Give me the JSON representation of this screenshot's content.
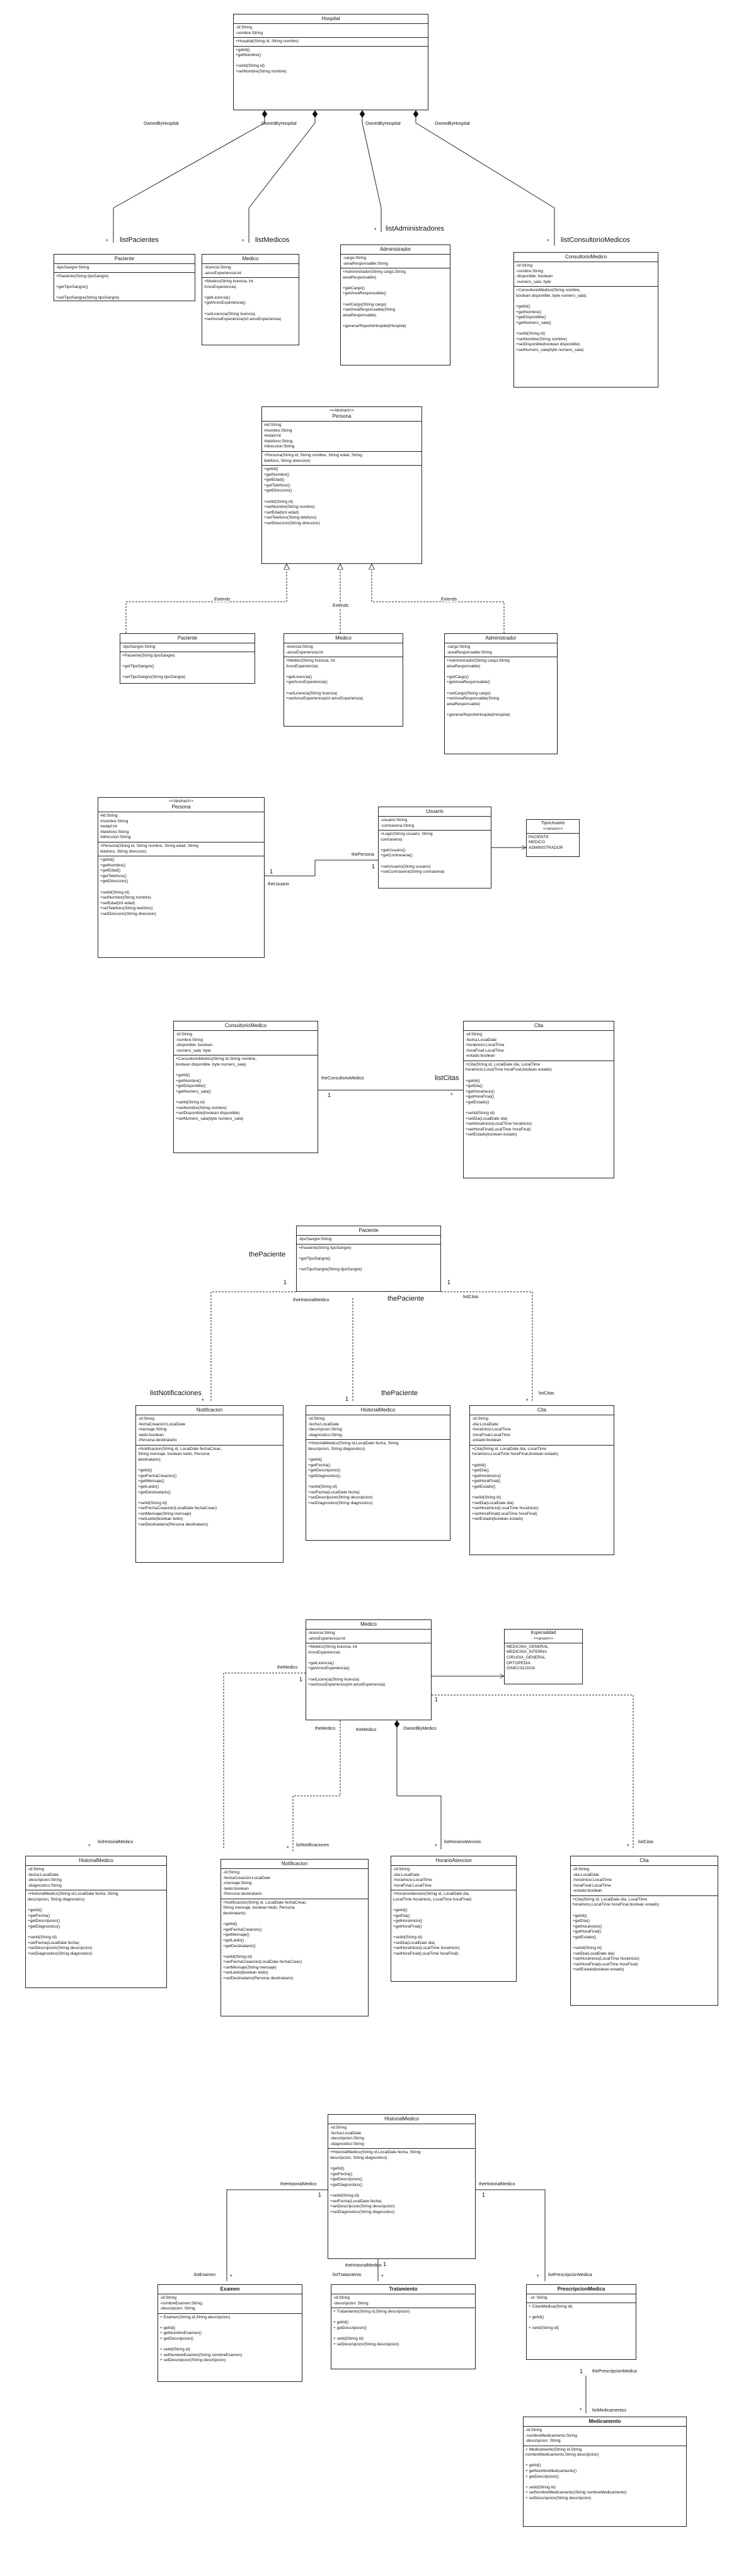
{
  "hospital1": {
    "hospital": {
      "name": "Hospital",
      "attrs": "-id:String\n-nombre:String",
      "ctors": "+Hospital(String id, String nombre)",
      "methods": "+getId()\n+getNombre()\n\n+setId(String id)\n+setNombre(String nombre)"
    },
    "paciente": {
      "name": "Paciente",
      "attrs": "-tipoSangre:String",
      "ctors": "+Paciente(String tipoSangre)\n\n+getTipoSangre()\n\n+setTipoSangre(String tipoSangre)"
    },
    "medico": {
      "name": "Medico",
      "attrs": "-licencia:String\n-anosExperiencia:int",
      "ctors": "+Medico(String licencia, int\nAnosExperiencia)\n\n+getLicencia()\n+getAnosExperiencia()\n\n+setLicencia(String licencia)\n+setAnosExperiencia(int anosExperiencia)"
    },
    "administrador": {
      "name": "Administrador",
      "attrs": "-cargo:String\n-areaResponsable:String",
      "ctors": "+Administrador(String cargo,String\nareaResponsable)\n\n+getCargo()\n+getAreaResponsable()\n\n+setCargo(String cargo)\n+setAreaResponsable(String\nareaResponsable)\n\n+generarReporteHospital(Hospital)"
    },
    "consultorio": {
      "name": "ConsultorioMedico",
      "attrs": "-id:String\n-nombre:String\n-disponible: boolean\n-numero_sala: byte",
      "ctors": "+ConsultorioMedico(String nombre,\nboolean disponible, byte numero_sala)\n\n+getId()\n+getNombre()\n+getDisponible()\n+getNumero_sala()\n\n+setId(String id)\n+setNombre(String nombre)\n+setDisponible(boolean disponible)\n+setNumero_sala(byte numero_sala)"
    },
    "roles": {
      "pacientes": "OwnedByHospital",
      "medicos": "OwnedByHospital",
      "admins": "OwnedByHospital",
      "consultorios": "OwnedByHospital"
    },
    "mult_star": "*",
    "roleNames": {
      "pacientes": "listPacientes",
      "medicos": "listMedicos",
      "admins": "listAdministradores",
      "consultorios": "listConsultorioMedicos"
    }
  },
  "persona": {
    "name": "Persona",
    "stereo": "<<Abstract>>",
    "attrs": "#id:String\n#nombre:String\n#edad:int\n#telefono:String\n#direccion:String",
    "ctors": "+Persona(String id, String nombre, String edad, String\ntelefono, String direccion)",
    "methods": "+getId()\n+getNombre()\n+getEdad()\n+getTelefono()\n+getDireccion()\n\n+setId(String id)\n+setNombre(String nombre)\n+setEdad(int edad)\n+setTelefono(String telefono)\n+setDireccion(String direccion)",
    "extends": "Extends",
    "paciente": {
      "name": "Paciente",
      "attrs": "-tipoSangre:String",
      "ctors": "+Paciente(String tipoSangre)\n\n+getTipoSangre()\n\n+setTipoSangre(String tipoSangre)"
    },
    "medico": {
      "name": "Medico",
      "attrs": "-licencia:String\n-anosExperiencia:int",
      "ctors": "+Medico(String licencia, int\nAnosExperiencia)\n\n+getLicencia()\n+getAnosExperiencia()\n\n+setLicencia(String licencia)\n+setAnosExperiencia(int anosExperiencia)"
    },
    "administrador": {
      "name": "Administrador",
      "attrs": "-cargo:String\n-areaResponsable:String",
      "ctors": "+Administrador(String cargo,String\nareaResponsable)\n\n+getCargo()\n+getAreaResponsable()\n\n+setCargo(String cargo)\n+setAreaResponsable(String\nareaResponsable)\n\n+generarReporteHospital(Hospital)"
    }
  },
  "usuario": {
    "persona": {
      "name": "Persona",
      "stereo": "<<Abstract>>",
      "attrs": "#id:String\n#nombre:String\n#edad:int\n#telefono:String\n#direccion:String",
      "ctors": "+Persona(String id, String nombre, String edad, String\ntelefono, String direccion)",
      "methods": "+getId()\n+getNombre()\n+getEdad()\n+getTelefono()\n+getDireccion()\n\n+setId(String id)\n+setNombre(String nombre)\n+setEdad(int edad)\n+setTelefono(String telefono)\n+setDireccion(String direccion)"
    },
    "usuario": {
      "name": "Usuario",
      "attrs": "-usuario:String\n-contrasena:String",
      "ctors": "+Login(String usuario, String\ncontrasena)\n\n+getUsuario()\n+getContrasena()\n\n+setUsuario(String usuario)\n+setContrasena(String contrasena)"
    },
    "tipo": {
      "name": "TipoUsuario",
      "stereo": "<<enum>>",
      "values": "PACIENTE\nMEDICO\nADMINISTRADOR"
    },
    "thePersona": "thePersona",
    "theUsuario": "theUsuario",
    "one": "1"
  },
  "citas1": {
    "consultorio": {
      "name": "ConsultorioMedico",
      "attrs": "-id:String\n-nombre:String\n-disponible: boolean\n-numero_sala: byte",
      "ctors": "+ConsultorioMedico(String id,String nombre,\nboolean disponible, byte numero_sala)\n\n+getId()\n+getNombre()\n+getDisponible()\n+getNumero_sala()\n\n+setId(String id)\n+setNombre(String nombre)\n+setDisponible(boolean disponible)\n+setNumero_sala(byte numero_sala)"
    },
    "cita": {
      "name": "Cita",
      "attrs": "-id:String\n-fecha:LocalDate\n-horalnicio:LocalTime\n-horaFinal:LocalTime\n-estado:boolean",
      "ctors": "+Cita(String id, LocalDate dia, LocalTime\nhoralnicio,LocalTime horaFinal,boolean estado)\n\n+getId()\n+getDia()\n+getHoralnicio()\n+getHoraFinal()\n+getEstado()\n\n+setId(String id)\n+setDia(LocalDate dia)\n+setHoralnicio(LocalTime horalnicio)\n+setHoraFinal(LocalTime horaFinal)\n+setEstado(boolean estado)"
    },
    "theConsultorio": "theConsultorioMedico",
    "listCitas": "listCitas",
    "one": "1",
    "star": "*"
  },
  "paciente2": {
    "paciente": {
      "name": "Paciente",
      "attrs": "-tipoSangre:String",
      "ctors": "+Paciente(String tipoSangre)\n\n+getTipoSangre()\n\n+setTipoSangre(String tipoSangre)"
    },
    "notificacion": {
      "name": "Notificacion",
      "attrs": "-id:String\n-fechaCreacion:LocalDate\n-mensaje:String\n-leido:boolean\n-Persona destinatario",
      "ctors": "+Notificacion(String id, LocalDate fechaCreac,\nString mensaje, boolean leido, Persona\ndestinatario)\n\n+getId()\n+getFechaCreacion()\n+getMensaje()\n+getLeido()\n+getDestinatario()\n\n+setId(String id)\n+setFechaCreacion(LocalDate fechaCreac)\n+setMensaje(String mensaje)\n+setLeido(boolean leido)\n+setDestinatario(Persona destinatario)"
    },
    "historial": {
      "name": "HistorialMedico",
      "attrs": "-id:String\n-fecha:LocalDate\n-descripcion:String\n-diagnostico:String",
      "ctors": "+HistorialMedico(String id,LocalDate fecha, String\ndescripcion, String diagnostico)\n\n+getId()\n+getFecha()\n+getDescripcion()\n+getDiagnostico()\n\n+setId(String id)\n+setFecha(LocalDate fecha)\n+setDescripcion(String descripcion)\n+setDiagnostico(String diagnostico)"
    },
    "cita": {
      "name": "Cita",
      "attrs": "-id:String\n-dia:LocalDate\n-horaInicio:LocalTime\n-horaFinal:LocalTime\n-estado:boolean",
      "ctors": "+Cita(String id, LocalDate dia, LocalTime\nhoraInicio,LocalTime horaFinal,boolean estado)\n\n+getId()\n+getDia()\n+getHoraInicio()\n+getHoraFinal()\n+getEstado()\n\n+setId(String id)\n+setDia(LocalDate dia)\n+setHoraInicio(LocalTime horaInicio)\n+setHoraFinal(LocalTime horaFinal)\n+setEstado(boolean estado)"
    },
    "thePaciente": "thePaciente",
    "theHistorialMedico": "theHistorialMedico",
    "listNotificaciones": "listNotificaciones",
    "listCitas": "listCitas",
    "one": "1",
    "star": "*"
  },
  "medico2": {
    "medico": {
      "name": "Medico",
      "attrs": "-licencia:String\n-anosExperiencia:int",
      "ctors": "+Medico(String licencia, int\nAnosExperiencia)\n\n+getLicencia()\n+getAnosExperiencia()\n\n+setLicencia(String licencia)\n+setAnosExperiencia(int anosExperiencia)"
    },
    "especialidad": {
      "name": "Especialidad",
      "stereo": "<<enum>>",
      "values": "MEDICINA_GENERAL\nMEDICINA_INTERNA\nCIRUGIA_GENERAL\nORTOPEDIA\nGINECOLOGIA"
    },
    "historial": {
      "name": "HistorialMedico",
      "attrs": "-id:String\n-fecha:LocalDate\n-descripcion:String\n-diagnostico:String",
      "ctors": "+HistorialMedico(String id,LocalDate fecha, String\ndescripcion, String diagnostico)\n\n+getId()\n+getFecha()\n+getDescripcion()\n+getDiagnostico()\n\n+setId(String id)\n+setFecha(LocalDate fecha)\n+setDescripcion(String descripcion)\n+setDiagnostico(String diagnostico)"
    },
    "notificacion": {
      "name": "Notificacion",
      "attrs": "-id:String\n-fechaCreacion:LocalDate\n-mensaje:String\n-leido:boolean\n-Persona destinatario",
      "ctors": "+Notificacion(String id, LocalDate fechaCreac,\nString mensaje, boolean leido, Persona\ndestinatario)\n\n+getId()\n+getFechaCreacion()\n+getMensaje()\n+getLeido()\n+getDestinatario()\n\n+setId(String id)\n+setFechaCreacion(LocalDate fechaCreac)\n+setMensaje(String mensaje)\n+setLeido(boolean leido)\n+setDestinatario(Persona destinatario)"
    },
    "horario": {
      "name": "HorarioAtencion",
      "attrs": "-id:String\n-dia:LocalDate\n-horaInicio:LocalTime\n-horaFinal:LocalTime",
      "ctors": "+HorarioAtencion(String id, LocalDate dia,\nLocalTime horaInicio, LocalTime horaFinal)\n\n+getId()\n+getDia()\n+getHoraInicio()\n+getHoraFinal()\n\n+setId(String id)\n+setDia(LocalDate dia)\n+setHoraInicio(LocalTime horaInicio)\n+setHoraFinal(LocalTime horaFinal)"
    },
    "cita": {
      "name": "Cita",
      "attrs": "-id:String\n-dia:LocalDate\n-horaInicio:LocalTime\n-horaFinal:LocalTime\n-estado:boolean",
      "ctors": "+Cita(String id, LocalDate dia, LocalTime\nhoraInicio,LocalTime horaFinal,boolean estado)\n\n+getId()\n+getDia()\n+getHoraInicio()\n+getHoraFinal()\n+getEstado()\n\n+setId(String id)\n+setDia(LocalDate dia)\n+setHoraInicio(LocalTime horaInicio)\n+setHoraFinal(LocalTime horaFinal)\n+setEstado(boolean estado)"
    },
    "theMedico": "theMedico",
    "ownedByMedico": "OwnedByMedico",
    "listHistorialMedico": "listHistorialMedico",
    "listNotificaciones": "listNotificaciones",
    "listHorarioAtencion": "listHorarioAtencion",
    "listCitas": "listCitas",
    "one": "1",
    "star": "*"
  },
  "historial3": {
    "historial": {
      "name": "HistorialMedico",
      "attrs": "-id:String\n-fecha:LocalDate\n-descripcion:String\n-diagnostico:String",
      "ctors": "+HistorialMedico(String id,LocalDate fecha, String\ndescripcion, String diagnostico)\n\n+getId()\n+getFecha()\n+getDescripcion()\n+getDiagnostico()\n\n+setId(String id)\n+setFecha(LocalDate fecha)\n+setDescripcion(String descripcion)\n+setDiagnostico(String diagnostico)"
    },
    "examen": {
      "name": "Examen",
      "attrs": "-id:String\n-nombreExamen:String\n-descripcion: String",
      "ctors": "+ Examen(String id,String descripcion)\n\n+ getId()\n+ getNombreExamen()\n+ getDescripcion()\n\n+ setId(String id)\n+ setNombreExamen(String nombreExamen)\n+ setDescripcion(String descripcion)"
    },
    "tratamiento": {
      "name": "Tratamiento",
      "attrs": "-id:String\n-descripcion: String",
      "ctors": "+ Tratamiento(String id,String descripcion)\n\n+ getId()\n+ getDescripcion()\n\n+ setId(String id)\n+ setDescripcion(String descripcion)"
    },
    "prescripcion": {
      "name": "PrescripcionMedica",
      "attrs": "- id: String",
      "ctors": "+ CitaxMedica(String id)\n\n+ getId()\n\n+ setId(String id)"
    },
    "medicamento": {
      "name": "Medicamento",
      "attrs": "-id:String\n-nombreMedicamento:String\n-descripcion: String",
      "ctors": "+ Medicamento(String id,String\nnombreMedicamento,String descripcion)\n\n+ getId()\n+ getNombreMedicamento()\n+ getDescripcion()\n\n+ setId(String id)\n+ setNombreMedicamento(String nombreMedicamento)\n+ setDescripcion(String descripcion)"
    },
    "theHistorialMedico": "theHistorialMedico",
    "listExamen": "listExamen",
    "listTratamiento": "listTratamiento",
    "listPrescripcionMedica": "listPrescripcionMedica",
    "thePrescripcionMedica": "thePrescripcionMedica",
    "listMedicamentos": "listMedicamentos",
    "one": "1",
    "star": "*"
  }
}
